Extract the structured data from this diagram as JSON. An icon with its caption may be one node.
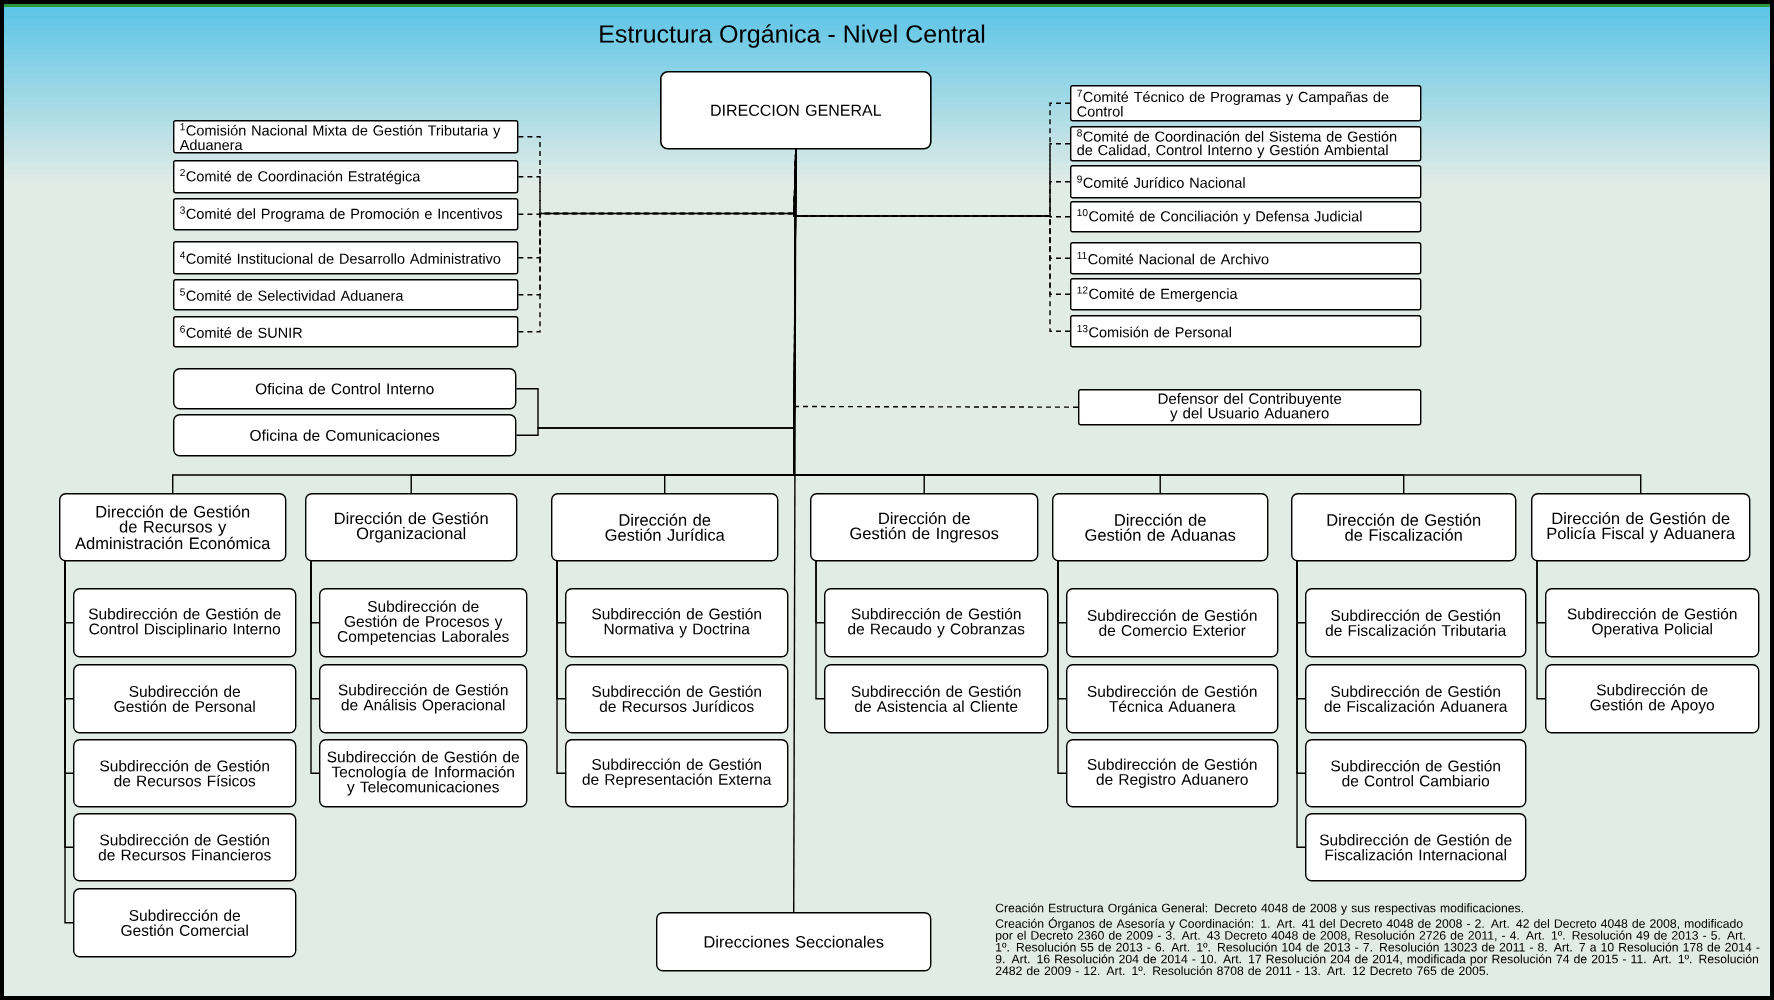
{
  "diagram": {
    "title": "Estructura Orgánica - Nivel Central",
    "nodes": [
      {
        "text": [
          "DIRECCION GENERAL"
        ]
      },
      {
        "text": [
          "$^{1}$Comisión Nacional Mixta de Gestión Tributaria y Aduanera"
        ]
      },
      {
        "text": [
          "$^{2}$Comité de Coordinación Estratégica"
        ]
      },
      {
        "text": [
          "$^{3}$Comité del Programa de Promoción e Incentivos"
        ]
      },
      {
        "text": [
          "$^{4}$Comité Institucional de Desarrollo Administrativo"
        ]
      },
      {
        "text": [
          "$^{5}$Comité de Selectividad Aduanera"
        ]
      },
      {
        "text": [
          "$^{6}$Comité de SUNIR"
        ]
      },
      {
        "text": [
          "$^{7}$Comité Técnico de Programas y Campañas de Control"
        ]
      },
      {
        "text": [
          "$^{8}$Comité de Coordinación del Sistema de Gestión de Calidad, Control Interno y Gestión Ambiental"
        ]
      },
      {
        "text": [
          "$^{9}$Comité Jurídico Nacional"
        ]
      },
      {
        "text": [
          "$^{10}$Comité de Conciliación y Defensa Judicial"
        ]
      },
      {
        "text": [
          "$^{11}$Comité Nacional de Archivo"
        ]
      },
      {
        "text": [
          "$^{12}$Comité de Emergencia"
        ]
      },
      {
        "text": [
          "$^{13}$Comisión de Personal"
        ]
      },
      {
        "text": [
          "Oficina de Control Interno"
        ]
      },
      {
        "text": [
          "Oficina de Comunicaciones"
        ]
      },
      {
        "text": [
          "Defensor del Contribuyente y del Usuario Aduanero"
        ]
      },
      {
        "text": [
          "Dirección de Gestión de Recursos y Administración Económica"
        ]
      },
      {
        "text": [
          "Dirección de Gestión Organizacional"
        ]
      },
      {
        "text": [
          "Dirección de Gestión Jurídica"
        ]
      },
      {
        "text": [
          "Dirección de Gestión de Ingresos"
        ]
      },
      {
        "text": [
          "Dirección de Gestión de Aduanas"
        ]
      },
      {
        "text": [
          "Dirección de Gestión de Fiscalización"
        ]
      },
      {
        "text": [
          "Dirección de Gestión de Policía Fiscal y Aduanera"
        ]
      },
      {
        "text": [
          "Subdirección de Gestión de Control Disciplinario Interno"
        ]
      },
      {
        "text": [
          "Subdirección de Gestión de Personal"
        ]
      },
      {
        "text": [
          "Subdirección de Gestión de Recursos Físicos"
        ]
      },
      {
        "text": [
          "Subdirección de Gestión de Recursos Financieros"
        ]
      },
      {
        "text": [
          "Subdirección de Gestión Comercial"
        ]
      },
      {
        "text": [
          "Subdirección de Gestión de Procesos y Competencias Laborales"
        ]
      },
      {
        "text": [
          "Subdirección de Gestión de Análisis Operacional"
        ]
      },
      {
        "text": [
          "Subdirección de Gestión de Tecnología de Información y Telecomunicaciones"
        ]
      },
      {
        "text": [
          "Subdirección de Gestión Normativa y Doctrina"
        ]
      },
      {
        "text": [
          "Subdirección de Gestión de Recursos Jurídicos"
        ]
      },
      {
        "text": [
          "Subdirección de Gestión de Representación Externa"
        ]
      },
      {
        "text": [
          "Subdirección de Gestión de Recaudo y Cobranzas"
        ]
      },
      {
        "text": [
          "Subdirección de Gestión de Asistencia al Cliente"
        ]
      },
      {
        "text": [
          "Subdirección de Gestión de Comercio Exterior"
        ]
      },
      {
        "text": [
          "Subdirección de Gestión Técnica Aduanera"
        ]
      },
      {
        "text": [
          "Subdirección de Gestión de Registro Aduanero"
        ]
      },
      {
        "text": [
          "Subdirección de Gestión de Fiscalización Tributaria"
        ]
      },
      {
        "text": [
          "Subdirección de Gestión de Fiscalización Aduanera"
        ]
      },
      {
        "text": [
          "Subdirección de Gestión de Control Cambiario"
        ]
      },
      {
        "text": [
          "Subdirección de Gestión de Fiscalización Internacional"
        ]
      },
      {
        "text": [
          "Subdirección de Gestión Operativa Policial"
        ]
      },
      {
        "text": [
          "Subdirección de Gestión de Apoyo"
        ]
      },
      {
        "text": [
          "Direcciones Seccionales"
        ]
      }
    ],
    "edges": [
      {
        "from": 0,
        "to": 1,
        "arrow": "none",
        "style": "dashed"
      },
      {
        "from": 0,
        "to": 2,
        "arrow": "none",
        "style": "dashed"
      },
      {
        "from": 0,
        "to": 3,
        "arrow": "none",
        "style": "dashed"
      },
      {
        "from": 0,
        "to": 4,
        "arrow": "none",
        "style": "dashed"
      },
      {
        "from": 0,
        "to": 5,
        "arrow": "none",
        "style": "dashed"
      },
      {
        "from": 0,
        "to": 6,
        "arrow": "none",
        "style": "dashed"
      },
      {
        "from": 0,
        "to": 7,
        "arrow": "none",
        "style": "dashed"
      },
      {
        "from": 0,
        "to": 8,
        "arrow": "none",
        "style": "dashed"
      },
      {
        "from": 0,
        "to": 9,
        "arrow": "none",
        "style": "dashed"
      },
      {
        "from": 0,
        "to": 10,
        "arrow": "none",
        "style": "dashed"
      },
      {
        "from": 0,
        "to": 11,
        "arrow": "none",
        "style": "dashed"
      },
      {
        "from": 0,
        "to": 12,
        "arrow": "none",
        "style": "dashed"
      },
      {
        "from": 0,
        "to": 13,
        "arrow": "none",
        "style": "dashed"
      },
      {
        "from": 0,
        "to": 14,
        "arrow": "none"
      },
      {
        "from": 0,
        "to": 15,
        "arrow": "none"
      },
      {
        "from": 0,
        "to": 16,
        "arrow": "none",
        "style": "dashed"
      },
      {
        "from": 0,
        "to": 17,
        "arrow": "none"
      },
      {
        "from": 0,
        "to": 18,
        "arrow": "none"
      },
      {
        "from": 0,
        "to": 19,
        "arrow": "none"
      },
      {
        "from": 0,
        "to": 20,
        "arrow": "none"
      },
      {
        "from": 0,
        "to": 21,
        "arrow": "none"
      },
      {
        "from": 0,
        "to": 22,
        "arrow": "none"
      },
      {
        "from": 0,
        "to": 23,
        "arrow": "none"
      },
      {
        "from": 17,
        "to": 24,
        "arrow": "none"
      },
      {
        "from": 17,
        "to": 25,
        "arrow": "none"
      },
      {
        "from": 17,
        "to": 26,
        "arrow": "none"
      },
      {
        "from": 17,
        "to": 27,
        "arrow": "none"
      },
      {
        "from": 17,
        "to": 28,
        "arrow": "none"
      },
      {
        "from": 18,
        "to": 29,
        "arrow": "none"
      },
      {
        "from": 18,
        "to": 30,
        "arrow": "none"
      },
      {
        "from": 18,
        "to": 31,
        "arrow": "none"
      },
      {
        "from": 19,
        "to": 32,
        "arrow": "none"
      },
      {
        "from": 19,
        "to": 33,
        "arrow": "none"
      },
      {
        "from": 19,
        "to": 34,
        "arrow": "none"
      },
      {
        "from": 20,
        "to": 35,
        "arrow": "none"
      },
      {
        "from": 20,
        "to": 36,
        "arrow": "none"
      },
      {
        "from": 21,
        "to": 37,
        "arrow": "none"
      },
      {
        "from": 21,
        "to": 38,
        "arrow": "none"
      },
      {
        "from": 21,
        "to": 39,
        "arrow": "none"
      },
      {
        "from": 22,
        "to": 40,
        "arrow": "none"
      },
      {
        "from": 22,
        "to": 41,
        "arrow": "none"
      },
      {
        "from": 22,
        "to": 42,
        "arrow": "none"
      },
      {
        "from": 22,
        "to": 43,
        "arrow": "none"
      },
      {
        "from": 23,
        "to": 44,
        "arrow": "none"
      },
      {
        "from": 23,
        "to": 45,
        "arrow": "none"
      },
      {
        "from": 0,
        "to": 46,
        "arrow": "none"
      }
    ],
    "labels": [
      "Creación Estructura Orgánica General: Decreto 4048 de 2008 y sus respectivas modificaciones.",
      "Creación Órganos de Asesoría y Coordinación: 1. Art. 41 del Decreto 4048 de 2008 - 2. Art. 42 del Decreto 4048 de 2008, modificado por el Decreto 2360 de 2009 - 3. Art. 43 Decreto 4048 de 2008, Resolución 2726 de 2011, - 4. Art. 1º. Resolución 49 de 2013 - 5. Art. 1º. Resolución 55 de 2013 - 6. Art. 1º. Resolución 104 de 2013 - 7. Resolución 13023 de 2011 - 8. Art. 7 a 10 Resolución 178 de 2014 - 9. Art. 16 Resolución 204 de 2014 - 10. Art. 17 Resolución 204 de 2014, modificada por Resolución 74 de 2015 - 11. Art. 1º. Resolución 2482 de 2009 - 12. Art. 1º. Resolución 8708 de 2011 - 13. Art. 12 Decreto 765 de 2005."
    ]
  }
}
